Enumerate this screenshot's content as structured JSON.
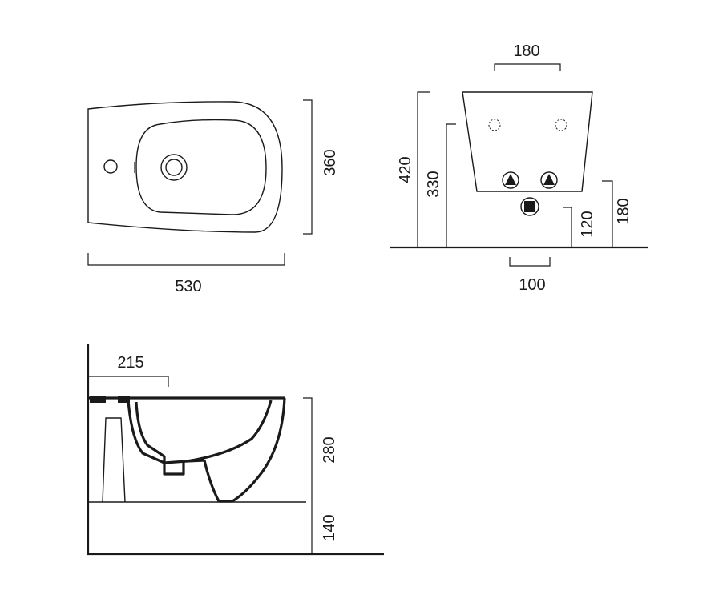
{
  "top_view": {
    "width_label": "530",
    "depth_label": "360"
  },
  "front_view": {
    "hole_spacing_label": "180",
    "height_total_label": "420",
    "height_rim_label": "330",
    "waste_height_label": "120",
    "bracket_height_label": "180",
    "waste_width_label": "100"
  },
  "side_view": {
    "tap_offset_label": "215",
    "bowl_height_label": "280",
    "floor_gap_label": "140"
  }
}
